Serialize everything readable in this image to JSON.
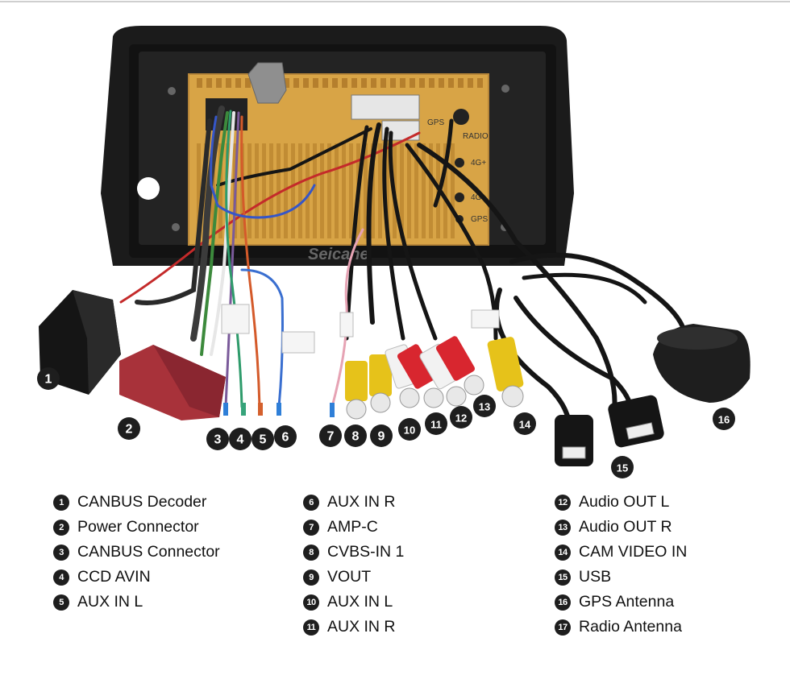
{
  "watermark": "Seicane",
  "panel_labels": [
    "GPS",
    "RADIO",
    "4G+",
    "4G-",
    "GPS"
  ],
  "items": [
    {
      "num": "1",
      "label": "CANBUS Decoder"
    },
    {
      "num": "2",
      "label": "Power Connector"
    },
    {
      "num": "3",
      "label": "CANBUS Connector"
    },
    {
      "num": "4",
      "label": "CCD AVIN"
    },
    {
      "num": "5",
      "label": "AUX IN L"
    },
    {
      "num": "6",
      "label": "AUX IN R"
    },
    {
      "num": "7",
      "label": "AMP-C"
    },
    {
      "num": "8",
      "label": "CVBS-IN 1"
    },
    {
      "num": "9",
      "label": "VOUT"
    },
    {
      "num": "10",
      "label": "AUX IN L"
    },
    {
      "num": "11",
      "label": "AUX IN R"
    },
    {
      "num": "12",
      "label": "Audio OUT L"
    },
    {
      "num": "13",
      "label": "Audio OUT R"
    },
    {
      "num": "14",
      "label": "CAM VIDEO IN"
    },
    {
      "num": "15",
      "label": "USB"
    },
    {
      "num": "16",
      "label": "GPS Antenna"
    },
    {
      "num": "17",
      "label": "Radio Antenna"
    }
  ],
  "colors": {
    "frame": "#1b1b1b",
    "panel": "#d8a446",
    "rca_yellow": "#e6c21a",
    "rca_white": "#f2f2f2",
    "rca_red": "#d8262f",
    "power_connector": "#a8323a"
  }
}
